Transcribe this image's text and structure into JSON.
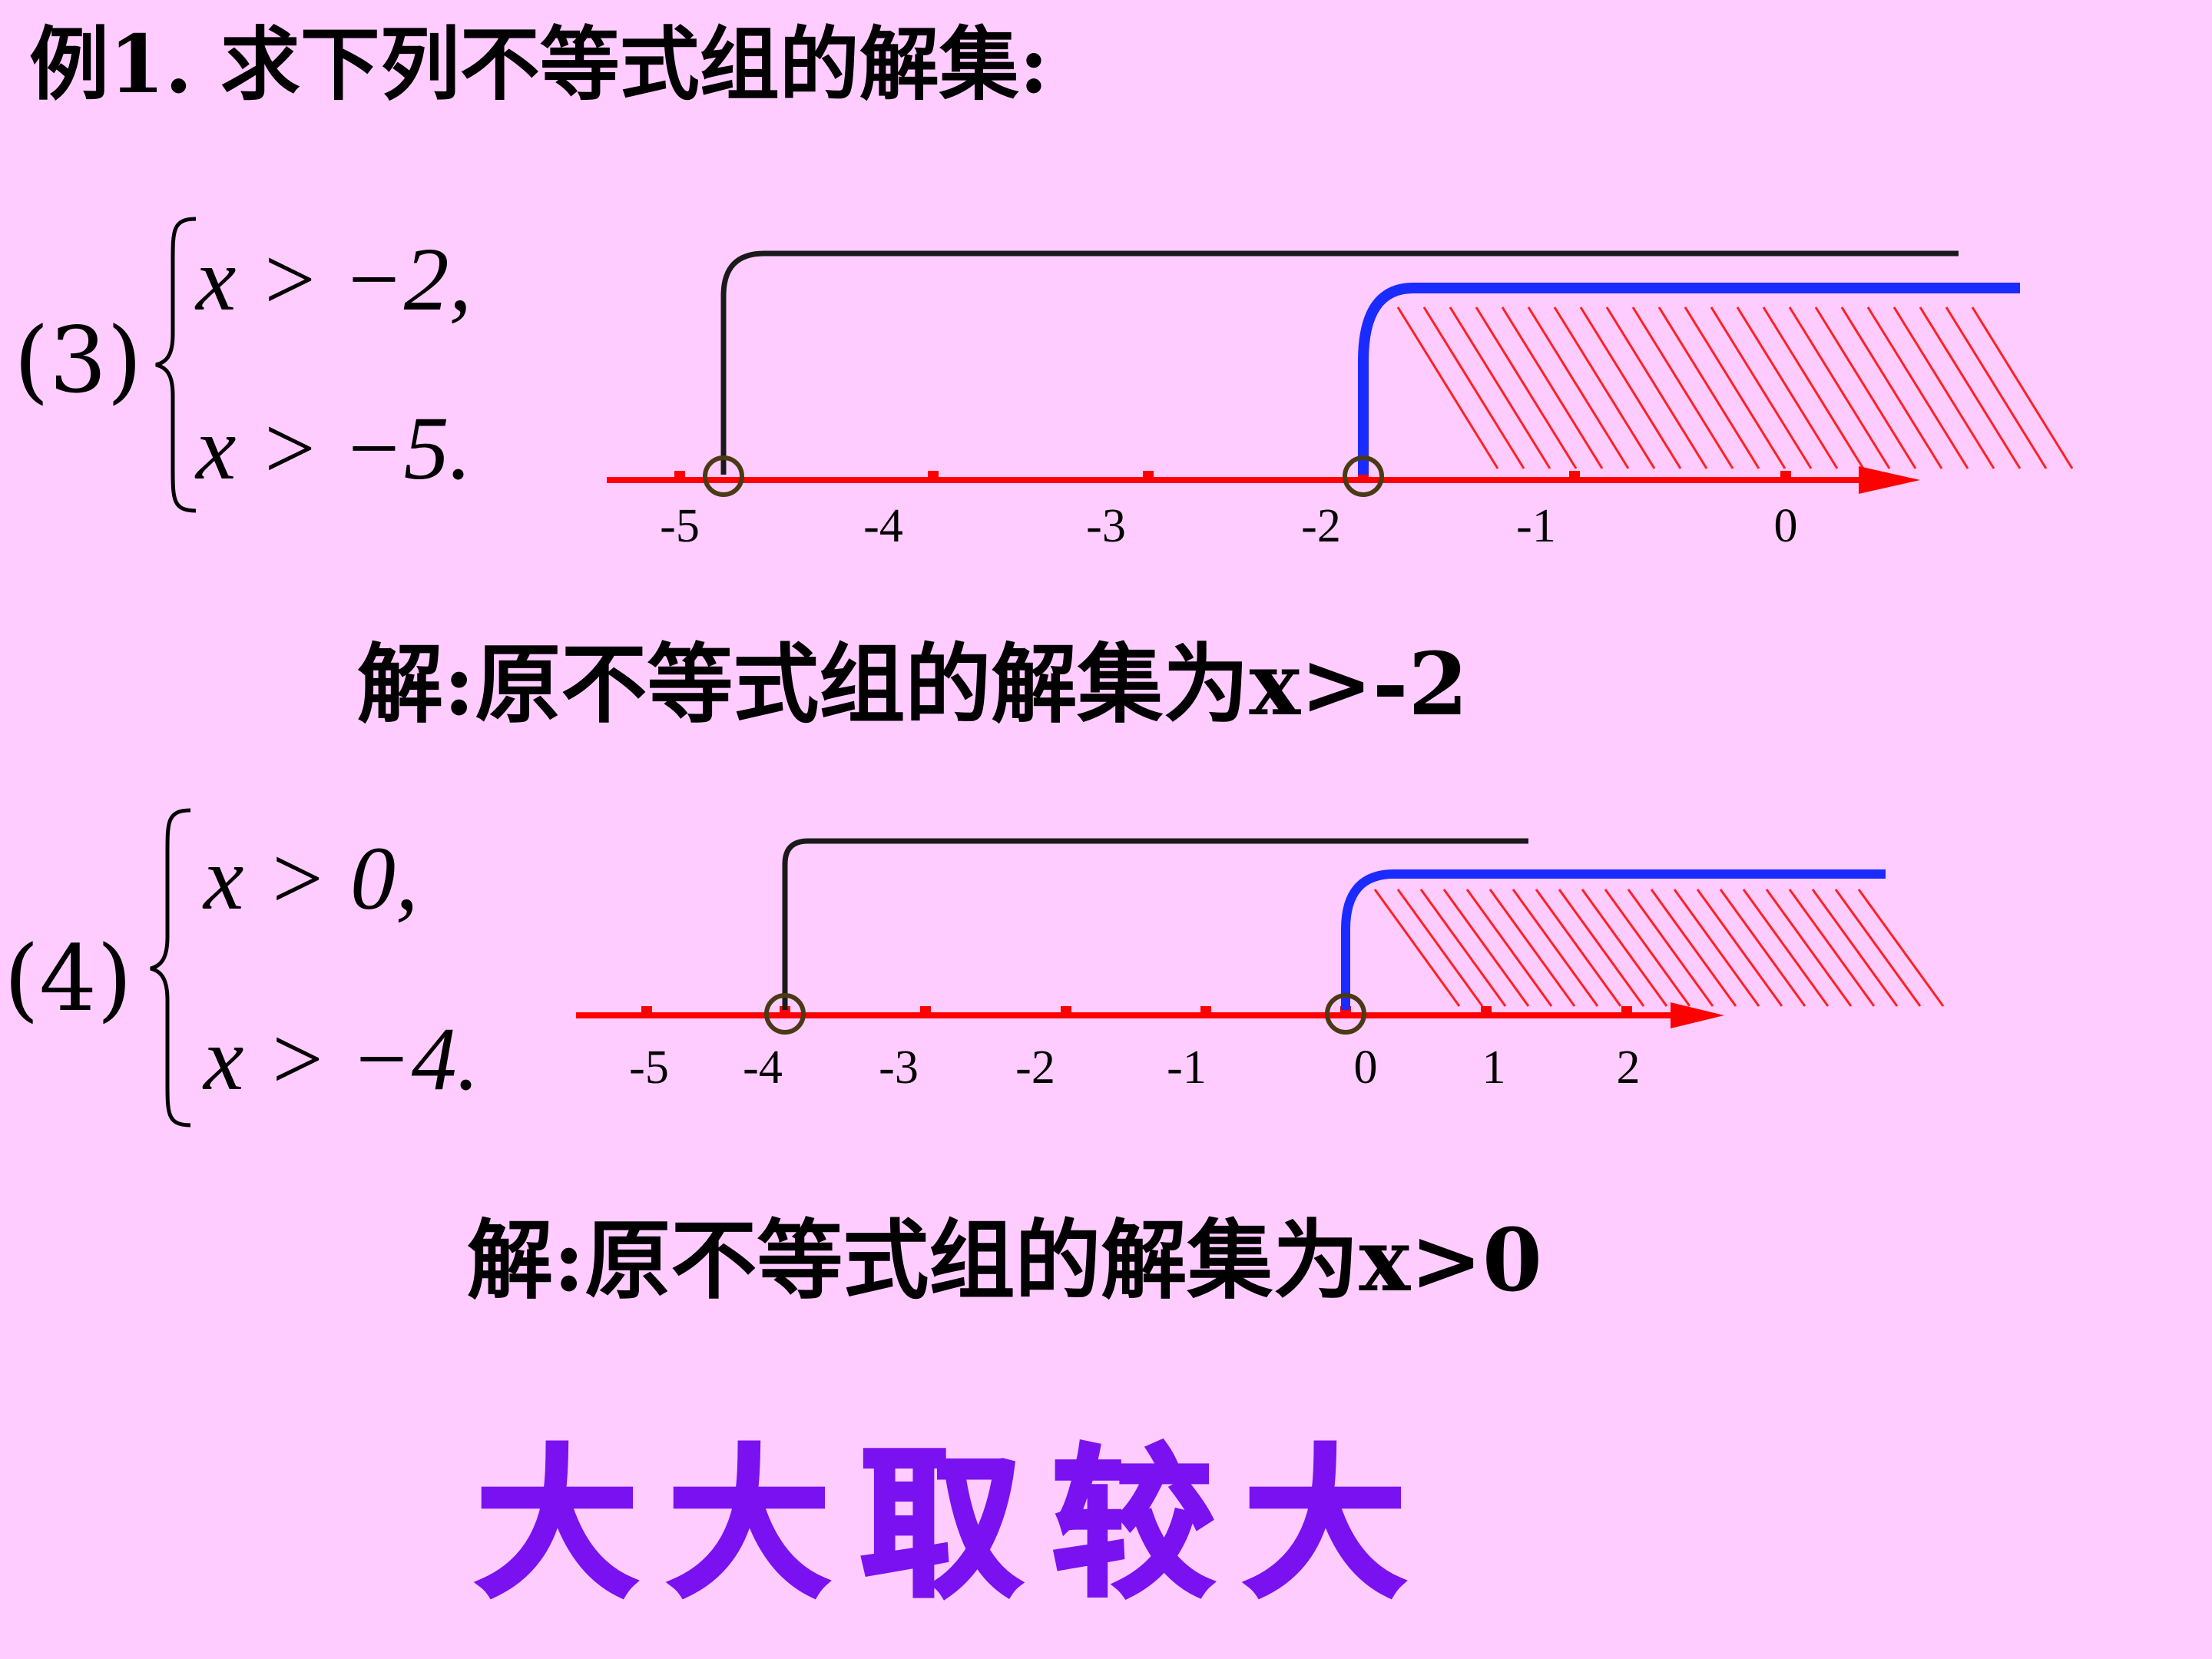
{
  "title": "例1. 求下列不等式组的解集:",
  "problems": [
    {
      "label": "(3)",
      "ineq1": "x > −2,",
      "ineq2": "x > −5.",
      "ticks": [
        "-5",
        "-4",
        "-3",
        "-2",
        "-1",
        "0"
      ],
      "solution": "解:原不等式组的解集为x>-2"
    },
    {
      "label": "(4)",
      "ineq1": "x > 0,",
      "ineq2": "x > −4.",
      "ticks": [
        "-5",
        "-4",
        "-3",
        "-2",
        "-1",
        "0",
        "1",
        "2"
      ],
      "solution": "解:原不等式组的解集为x>0"
    }
  ],
  "motto": "大大取较大",
  "colors": {
    "background": "#ffccff",
    "axis": "#ff0000",
    "range_a": "#1a1a1a",
    "range_b": "#1a2bff",
    "hatch": "#ff2020",
    "endpoint": "#4a3a14",
    "motto": "#7a11f0"
  }
}
